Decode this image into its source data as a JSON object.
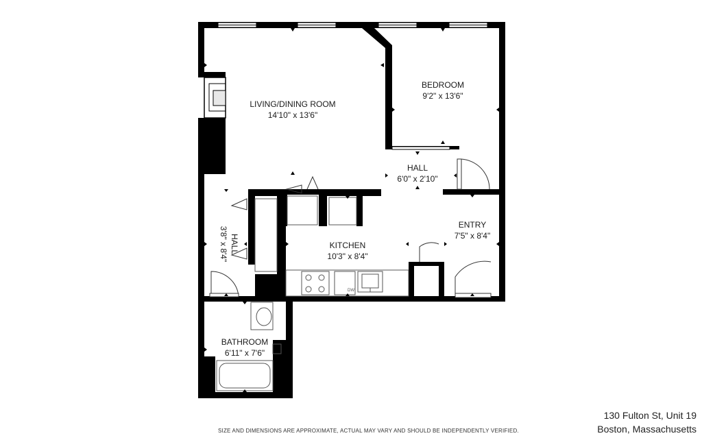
{
  "rooms": {
    "living": {
      "name": "LIVING/DINING ROOM",
      "dims": "14'10\" x 13'6\""
    },
    "bedroom": {
      "name": "BEDROOM",
      "dims": "9'2\" x 13'6\""
    },
    "hall_upper": {
      "name": "HALL",
      "dims": "6'0\" x 2'10\""
    },
    "hall_side": {
      "name": "HALL",
      "dims": "3'8\" x 8'4\""
    },
    "kitchen": {
      "name": "KITCHEN",
      "dims": "10'3\" x 8'4\""
    },
    "entry": {
      "name": "ENTRY",
      "dims": "7'5\" x 8'4\""
    },
    "bathroom": {
      "name": "BATHROOM",
      "dims": "6'11\" x 7'6\""
    }
  },
  "appliance_labels": {
    "dishwasher": "DW"
  },
  "disclaimer": "SIZE AND DIMENSIONS ARE APPROXIMATE, ACTUAL MAY VARY AND SHOULD BE INDEPENDENTLY VERIFIED.",
  "address": {
    "line1": "130 Fulton St, Unit 19",
    "line2": "Boston, Massachusetts"
  },
  "colors": {
    "wall": "#000000",
    "background": "#ffffff",
    "fixture": "#555555"
  }
}
